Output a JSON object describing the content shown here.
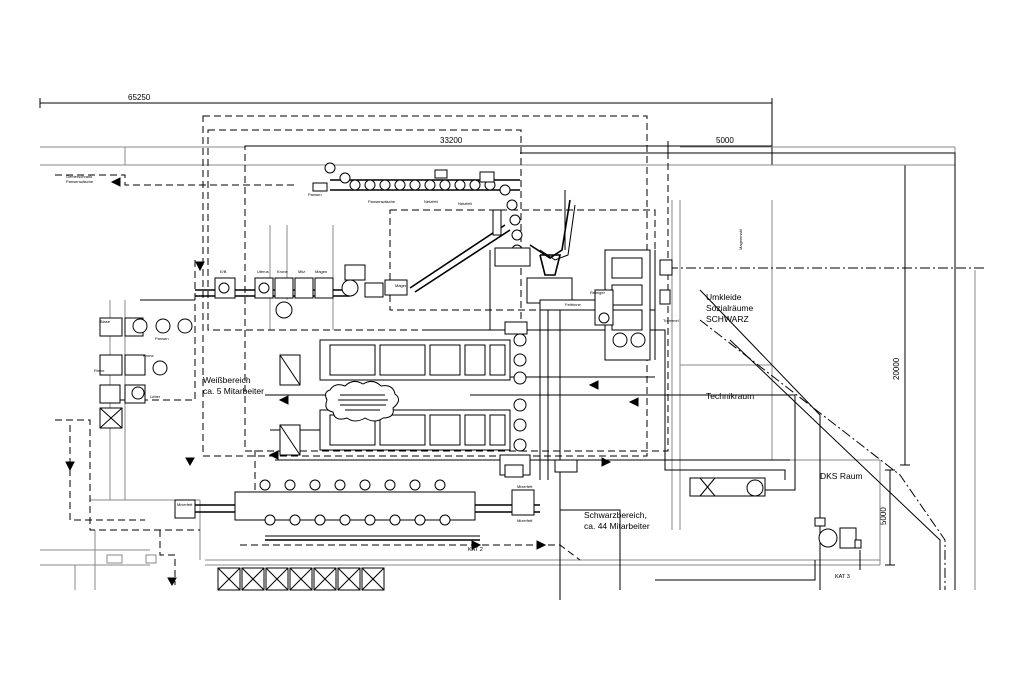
{
  "dimensions": {
    "total_width": "65250",
    "middle_width": "33200",
    "right_width": "5000",
    "height_main": "20000",
    "height_small": "5000"
  },
  "areas": {
    "umkleide": [
      "Umkleide",
      "Sozialräume",
      "SCHWARZ"
    ],
    "technikraum": "Technikraum",
    "dks_raum": "DKS Raum",
    "weissbereich": [
      "Weißbereich",
      "ca. 5 Mitarbeiter"
    ],
    "schwarzbereich": [
      "Schwarzbereich,",
      "ca. 44 Mitarbeiter"
    ]
  },
  "markers": {
    "kat2": "KAT 2",
    "kat3": "KAT 3"
  },
  "small_labels": {
    "gefrierschrank": "Gefrierschrank",
    "pansenwaesche": "Pansenwäsche",
    "pansen_top": "Pansen",
    "pansenwaesche_2": "Pansenwäsche",
    "netzfett": "Netzfett",
    "netzfett_2": "Netzfett",
    "e_b": "E/B",
    "uterus": "Uterus",
    "krone": "Krone",
    "milz": "Milz",
    "magen": "Magen",
    "magen_2": "Magen",
    "magenmahl": "Magenmahl",
    "trommel": "Trommel",
    "rinne": "Rinne",
    "krone_left": "Krone",
    "leber": "Leber",
    "pansen_left": "Pansen",
    "blase": "Blase",
    "mixerfett": "Mixerfett",
    "mixerfett_2": "Mixerfett",
    "reiniger": "Reiniger",
    "fettrinne": "Fettrinne",
    "mixerfett_3": "Mixerfett"
  }
}
